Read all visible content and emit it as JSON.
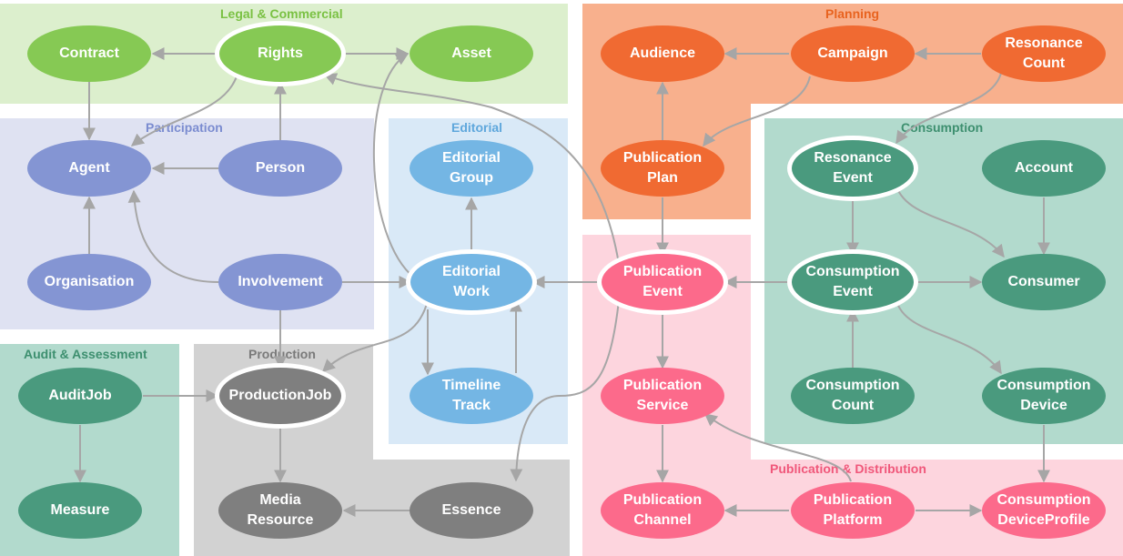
{
  "regions": {
    "legal": "Legal & Commercial",
    "planning": "Planning",
    "participation": "Participation",
    "editorial": "Editorial",
    "consumption": "Consumption",
    "audit": "Audit & Assessment",
    "production": "Production",
    "publication": "Publication & Distribution"
  },
  "colors": {
    "legal_bg": "#dcefcd",
    "legal_node": "#86c954",
    "legal_text": "#7ac143",
    "planning_bg": "#f8b08d",
    "planning_node": "#f06a32",
    "planning_text": "#e8631f",
    "participation_bg": "#dfe2f2",
    "participation_node": "#8495d3",
    "participation_text": "#7b8cd0",
    "editorial_bg": "#d9e9f7",
    "editorial_node": "#74b6e4",
    "editorial_text": "#5fa7dc",
    "consumption_bg": "#b2dacd",
    "consumption_node": "#4a9a7e",
    "consumption_text": "#3d8f6f",
    "audit_bg": "#b2dacd",
    "production_bg": "#d2d2d2",
    "production_node": "#7f7f7f",
    "production_text": "#7a7a7a",
    "publication_bg": "#fdd5de",
    "publication_node": "#fc6a8b",
    "publication_text": "#f0577a",
    "arrow": "#a6a6a6"
  },
  "nodes": {
    "contract": [
      "Contract"
    ],
    "rights": [
      "Rights"
    ],
    "asset": [
      "Asset"
    ],
    "audience": [
      "Audience"
    ],
    "campaign": [
      "Campaign"
    ],
    "resonance_count": [
      "Resonance",
      "Count"
    ],
    "agent": [
      "Agent"
    ],
    "person": [
      "Person"
    ],
    "organisation": [
      "Organisation"
    ],
    "involvement": [
      "Involvement"
    ],
    "editorial_group": [
      "Editorial",
      "Group"
    ],
    "editorial_work": [
      "Editorial",
      "Work"
    ],
    "timeline_track": [
      "Timeline",
      "Track"
    ],
    "publication_plan": [
      "Publication",
      "Plan"
    ],
    "publication_event": [
      "Publication",
      "Event"
    ],
    "publication_service": [
      "Publication",
      "Service"
    ],
    "publication_channel": [
      "Publication",
      "Channel"
    ],
    "publication_platform": [
      "Publication",
      "Platform"
    ],
    "consumption_device_profile": [
      "Consumption",
      "DeviceProfile"
    ],
    "resonance_event": [
      "Resonance",
      "Event"
    ],
    "account": [
      "Account"
    ],
    "consumption_event": [
      "Consumption",
      "Event"
    ],
    "consumer": [
      "Consumer"
    ],
    "consumption_count": [
      "Consumption",
      "Count"
    ],
    "consumption_device": [
      "Consumption",
      "Device"
    ],
    "audit_job": [
      "AuditJob"
    ],
    "measure": [
      "Measure"
    ],
    "production_job": [
      "ProductionJob"
    ],
    "media_resource": [
      "Media",
      "Resource"
    ],
    "essence": [
      "Essence"
    ]
  }
}
